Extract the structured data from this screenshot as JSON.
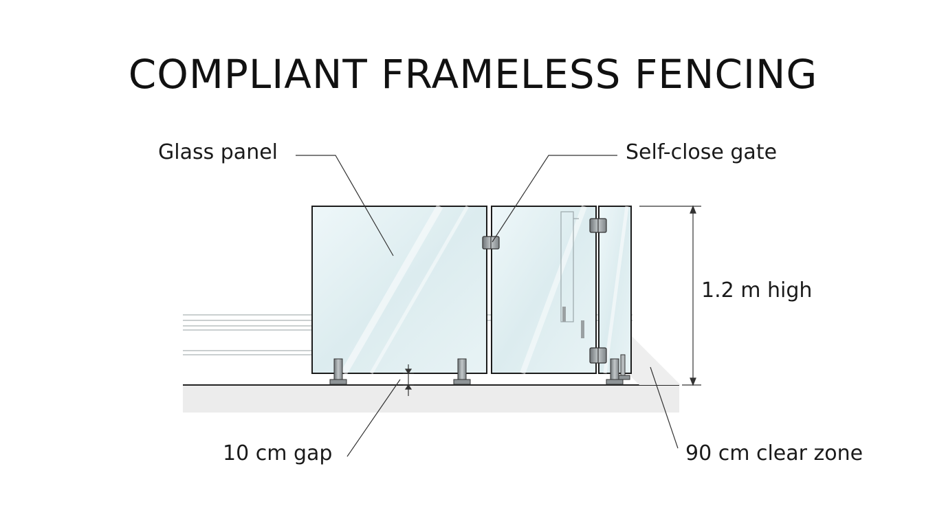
{
  "title": "COMPLIANT FRAMELESS FENCING",
  "labels": {
    "glass_panel": "Glass panel",
    "self_close_gate": "Self-close gate",
    "height": "1.2 m high",
    "gap": "10 cm gap",
    "clear_zone": "90 cm clear zone"
  },
  "colors": {
    "glass_fill": "#e3f1f4",
    "glass_edge": "#1b1b1b",
    "ground": "#ececec",
    "line": "#333333",
    "hardware": "#8f9598"
  }
}
